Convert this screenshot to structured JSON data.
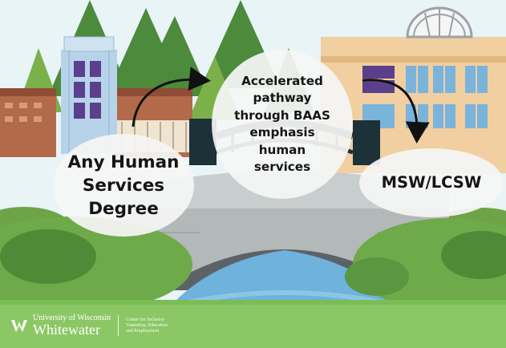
{
  "colors": {
    "sky": "#e9f4f7",
    "tree_green": "#4c8a3c",
    "building_tan": "#f1cfa0",
    "glass_purple": "#5c3f8c",
    "window_blue": "#7ab3dc",
    "bridge_gray": "#b8bdbd",
    "rail_dark": "#1d3138",
    "water": "#6fb2dc",
    "grass": "#7bbd55",
    "footer_purple": "#5f4a93"
  },
  "flow": {
    "steps": [
      "Any Human\nServices\nDegree",
      "Accelerated\npathway\nthrough BAAS\nemphasis\nhuman\nservices",
      "MSW/LCSW"
    ],
    "arrows": [
      {
        "from": "any-human-services-degree",
        "to": "accelerated-pathway"
      },
      {
        "from": "accelerated-pathway",
        "to": "msw-lcsw"
      }
    ]
  },
  "logo": {
    "university": "University of Wisconsin",
    "campus": "Whitewater",
    "center": [
      "Center for Inclusive",
      "Transition, Education",
      "and Employment"
    ],
    "mark_icon": "uw-whitewater-w-icon"
  }
}
